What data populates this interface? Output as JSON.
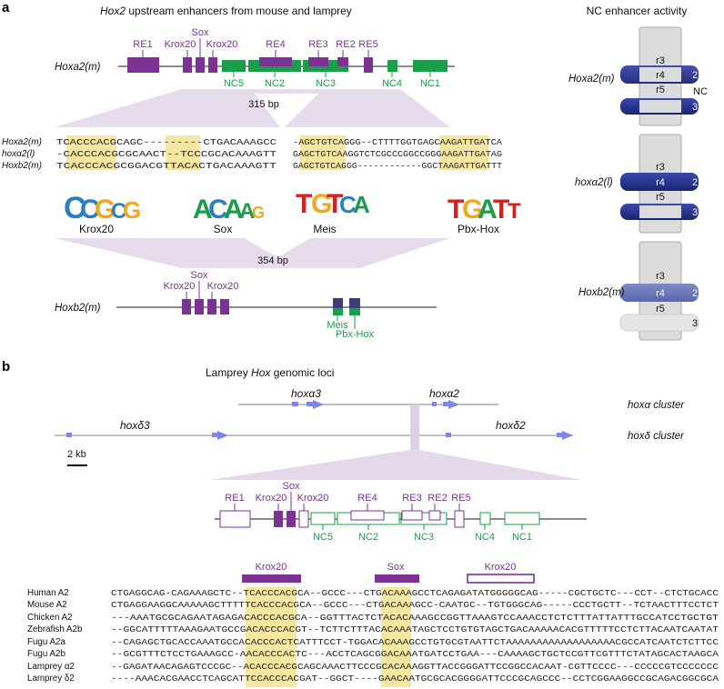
{
  "panel_a": {
    "letter": "a",
    "title_italic": "Hox2",
    "title_rest": " upstream enhancers from mouse and lamprey",
    "hoxa2_track": {
      "label": "Hoxa2(m)",
      "top_labels": [
        "RE1",
        "Krox20",
        "Sox",
        "Krox20",
        "RE4",
        "RE3",
        "RE2",
        "RE5"
      ],
      "bottom_labels": [
        "NC5",
        "NC2",
        "NC3",
        "NC4",
        "NC1"
      ]
    },
    "span_top": "315 bp",
    "span_bottom": "354 bp",
    "alignment": {
      "species": [
        "Hoxa2(m)",
        "hoxα2(l)",
        "Hoxb2(m)"
      ],
      "block1": [
        "TCACCCACGCAGC---------CTGACAAAGCC",
        "-CACCCACGCGCAACT--TCCCGCACAAAGTT",
        "TCACCCACGCGGACGTTACACTGACAAAGTT"
      ],
      "block2": [
        "-AGCTGTCAGGG--CTTTTGGTGAGCAAGATTGATCA",
        "GAGCTGTCAAGGTCTCGCCCGGCCGGGAAGATTGATAG",
        "GAGCTGTCAGGG------------GGCTAAGATTGATTT"
      ],
      "motifs": [
        "Krox20",
        "Sox",
        "Meis",
        "Pbx-Hox"
      ]
    },
    "hoxb2_track": {
      "label": "Hoxb2(m)",
      "top_labels": [
        "Krox20",
        "Sox",
        "Krox20"
      ],
      "bottom_labels": [
        "Meis",
        "Pbx-Hox"
      ]
    },
    "nc_activity": {
      "title": "NC enhancer activity",
      "rows": [
        {
          "label": "Hoxa2(m)",
          "rhombomeres": [
            "r3",
            "r4",
            "r5"
          ],
          "streams": [
            "2",
            "3"
          ],
          "extra": "NC"
        },
        {
          "label": "hoxα2(l)",
          "rhombomeres": [
            "r3",
            "r4",
            "r5"
          ],
          "streams": [
            "2",
            "3"
          ]
        },
        {
          "label": "Hoxb2(m)",
          "rhombomeres": [
            "r3",
            "r4",
            "r5"
          ],
          "streams": [
            "2",
            "3"
          ]
        }
      ]
    }
  },
  "panel_b": {
    "letter": "b",
    "title_plain": "Lamprey ",
    "title_italic": "Hox",
    "title_rest": " genomic loci",
    "genes": [
      "hoxα3",
      "hoxα2",
      "hoxδ3",
      "hoxδ2"
    ],
    "clusters": [
      "hoxα cluster",
      "hoxδ cluster"
    ],
    "scale": "2 kb",
    "lamprey_track": {
      "top_labels": [
        "RE1",
        "Krox20",
        "Sox",
        "Krox20",
        "RE4",
        "RE3",
        "RE2",
        "RE5"
      ],
      "bottom_labels": [
        "NC5",
        "NC2",
        "NC3",
        "NC4",
        "NC1"
      ]
    },
    "motif_bars": [
      "Krox20",
      "Sox",
      "Krox20"
    ],
    "seq_species": [
      "Human A2",
      "Mouse A2",
      "Chicken A2",
      "Zebrafish A2b",
      "Fugu A2a",
      "Fugu A2b",
      "Lamprey α2",
      "Lamprey δ2"
    ],
    "seqs": [
      "CTGAGGCAG-CAGAAAGCTC--TCACCCACGCA--GCCC---CTGACAAAGCCTCAGAGATATGGGGGCAG-----CGCTGCTC---CCT--CTCTGCACC",
      "CTGAGGAAGGCAAAAAGCTTTTTCACCCACGCA--GCCC---CTGACAAAGCC-CAATGC--TGTGGGCAG-----CCCTGCTT--TCTAACTTTCCTCT",
      "---AAATGCGCAGAATAGAGACACCCACGCA--GGTTTACTCTACACAAAGCCGGTTAAAGTCCAAACCTCTCTTTATTATTTGCCATCCTGCTGT",
      "--GGCATTTTTAAAGAATGCCGACACCCACGT--TCTTCTTTACACAAATAGCTCCTGTGTAGCTGACAAAAACACGTTTTTCCTCTTACAATCAATAT",
      "--CAGAGCTGCACCAAATGCCACACCCACTCATTTCCT-TGGACACAAAGCCTGTGCGTAATTCTAAAAAAAAAAAAAAAAAACGCCATCAATCTCTTCC",
      "--GCGTTTCTCCTGAAAGCC-AACACCCACTC---ACCTCAGCGGACAAATGATCCTGAA---CAAAAGCTGCTCCGTTCGTTTCTATAGCACTAAGCA",
      "--GAGATAACAGAGTCCCGC--ACACCCACGCAGCAAACTTCCCGCACAAAGGTTACCGGGATTCCGGCCACAAT-CGTTCCCC---CCCCCGTCCCCCCC",
      "----AAACACGAACCTCAGCATTCCACCCACGAT--GGCT----GAACAATGCGCACGGGGATTCCCGCAGCCC--CCTCGGAAGGCCGCAGACGGCGCA"
    ]
  }
}
